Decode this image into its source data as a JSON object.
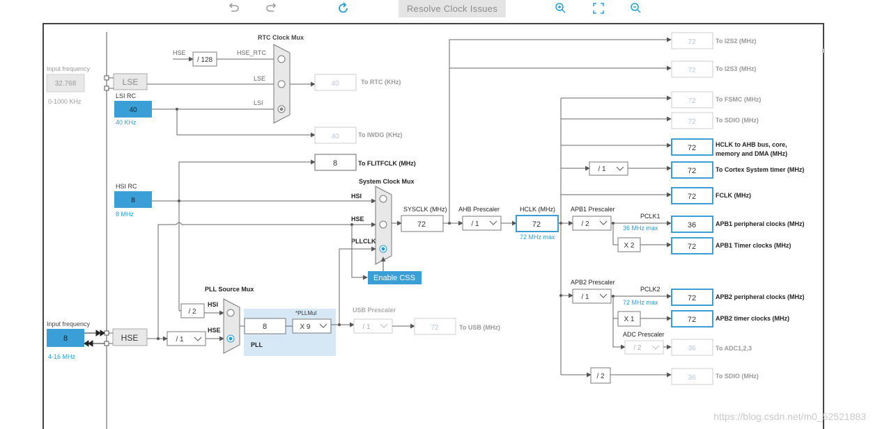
{
  "toolbar": {
    "undo_icon": "undo-icon",
    "redo_icon": "redo-icon",
    "refresh_icon": "refresh-icon",
    "resolve_label": "Resolve Clock Issues",
    "zoom_in_icon": "zoom-in-icon",
    "fit_icon": "fit-screen-icon",
    "zoom_out_icon": "zoom-out-icon"
  },
  "colors": {
    "accent": "#1fa0d8",
    "selected_box": "#3a9fd6",
    "line": "#666666",
    "disabled": "#b5c8db"
  },
  "inputs": {
    "lse_title": "Input frequency",
    "lse_value": "32.768",
    "lse_range": "0-1000 KHz",
    "hse_title": "Input frequency",
    "hse_value": "8",
    "hse_range": "4-16 MHz"
  },
  "sources": {
    "lse_label": "LSE",
    "lsi_title": "LSI RC",
    "lsi_value": "40",
    "lsi_unit": "40 KHz",
    "hsi_title": "HSI RC",
    "hsi_value": "8",
    "hsi_unit": "8 MHz",
    "hse_label": "HSE"
  },
  "rtc": {
    "title": "RTC Clock Mux",
    "hse_label": "HSE",
    "div128": "/ 128",
    "hse_rtc_label": "HSE_RTC",
    "lse_label": "LSE",
    "lsi_label": "LSI",
    "rtc_value": "40",
    "rtc_label": "To RTC (KHz)",
    "iwdg_value": "40",
    "iwdg_label": "To IWDG (KHz)"
  },
  "flit": {
    "value": "8",
    "label": "To FLITFCLK (MHz)"
  },
  "sysmux": {
    "title": "System Clock Mux",
    "hsi": "HSI",
    "hse": "HSE",
    "pllclk": "PLLCLK",
    "css_label": "Enable CSS"
  },
  "pll": {
    "src_title": "PLL Source Mux",
    "hsi": "HSI",
    "hse": "HSE",
    "div2": "/ 2",
    "hse_div": "/ 1",
    "value": "8",
    "mul_label": "*PLLMul",
    "mul_value": "X 9",
    "title": "PLL"
  },
  "usb": {
    "prescaler_label": "USB Prescaler",
    "prescaler_value": "/ 1",
    "value": "72",
    "label": "To USB (MHz)"
  },
  "sysclk": {
    "label": "SYSCLK (MHz)",
    "value": "72"
  },
  "ahb": {
    "label": "AHB Prescaler",
    "value": "/ 1"
  },
  "hclk": {
    "label": "HCLK (MHz)",
    "value": "72",
    "max": "72 MHz max"
  },
  "apb1": {
    "label": "APB1 Prescaler",
    "value": "/ 2",
    "pclk": "PCLK1",
    "max": "36 MHz max",
    "timer_mul": "X 2"
  },
  "apb2": {
    "label": "APB2 Prescaler",
    "value": "/ 1",
    "pclk": "PCLK2",
    "max": "72 MHz max",
    "timer_mul": "X 1"
  },
  "adc": {
    "label": "ADC Prescaler",
    "value": "/ 2"
  },
  "cortex": {
    "div": "/ 1"
  },
  "sdio_div": "/ 2",
  "outputs": {
    "i2s2": {
      "value": "72",
      "label": "To I2S2 (MHz)"
    },
    "i2s3": {
      "value": "72",
      "label": "To I2S3 (MHz)"
    },
    "fsmc": {
      "value": "72",
      "label": "To FSMC (MHz)"
    },
    "sdio1": {
      "value": "72",
      "label": "To SDIO (MHz)"
    },
    "hclk_ahb": {
      "value": "72",
      "label1": "HCLK to AHB bus, core,",
      "label2": "memory and DMA (MHz)"
    },
    "cortex": {
      "value": "72",
      "label": "To Cortex System timer (MHz)"
    },
    "fclk": {
      "value": "72",
      "label": "FCLK (MHz)"
    },
    "apb1_periph": {
      "value": "36",
      "label": "APB1 peripheral clocks (MHz)"
    },
    "apb1_timer": {
      "value": "72",
      "label": "APB1 Timer clocks (MHz)"
    },
    "apb2_periph": {
      "value": "72",
      "label": "APB2 peripheral clocks (MHz)"
    },
    "apb2_timer": {
      "value": "72",
      "label": "APB2 timer clocks (MHz)"
    },
    "adc": {
      "value": "36",
      "label": "To ADC1,2,3"
    },
    "sdio2": {
      "value": "36",
      "label": "To SDIO (MHz)"
    }
  },
  "watermark": "https://blog.csdn.net/m0_52521883"
}
